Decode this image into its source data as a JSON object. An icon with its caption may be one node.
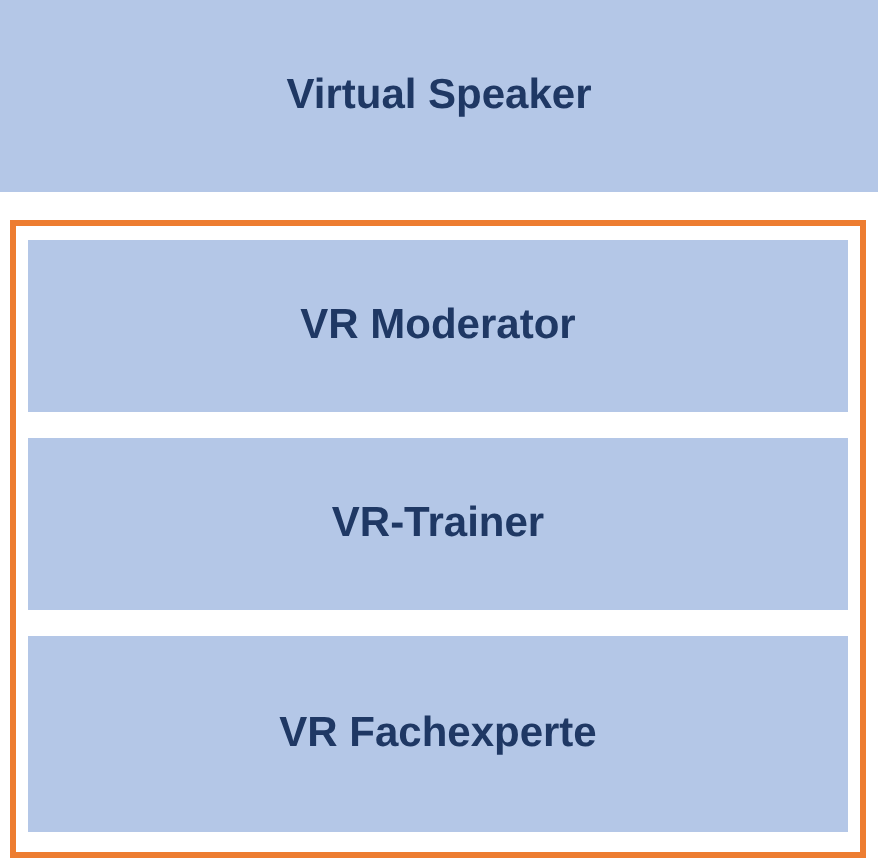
{
  "diagram": {
    "nodes": [
      {
        "text": [
          "Virtual Speaker"
        ]
      },
      {
        "text": [],
        "shape": "box"
      },
      {
        "text": [
          "VR Moderator"
        ],
        "in": 1
      },
      {
        "text": [
          "VR-Trainer"
        ],
        "in": 1
      },
      {
        "text": [
          "VR Fachexperte"
        ],
        "in": 1
      }
    ]
  }
}
